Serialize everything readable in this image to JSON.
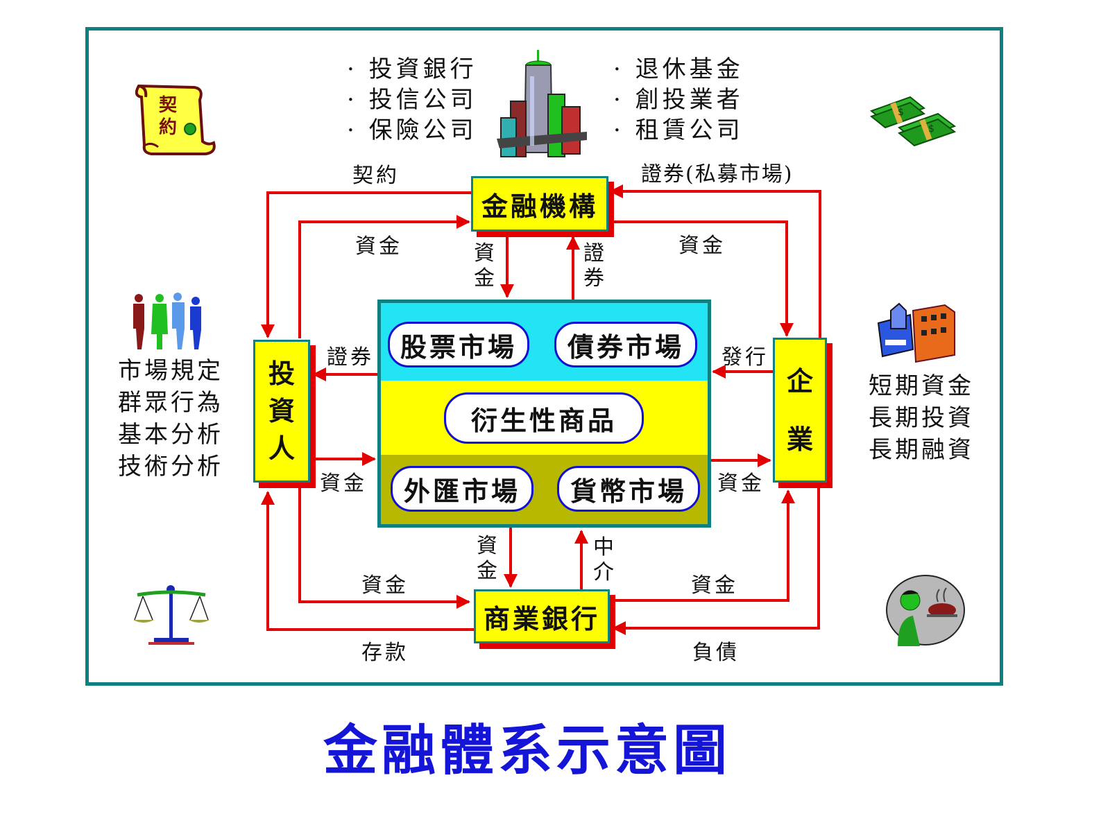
{
  "colors": {
    "frame": "#0f8080",
    "box_fill": "#ffff00",
    "arrow": "#e30000",
    "market_top": "#22e4f4",
    "market_mid": "#ffff00",
    "market_bottom": "#b8b800",
    "pill_border": "#1010d0",
    "caption": "#1515d8"
  },
  "boxes": {
    "financial_institution": "金融機構",
    "investor": "投資人",
    "enterprise": "企業",
    "commercial_bank": "商業銀行"
  },
  "markets": {
    "stock": "股票市場",
    "bond": "債券市場",
    "derivatives": "衍生性商品",
    "forex": "外匯市場",
    "money": "貨幣市場"
  },
  "institutions_left": [
    "投資銀行",
    "投信公司",
    "保險公司"
  ],
  "institutions_right": [
    "退休基金",
    "創投業者",
    "租賃公司"
  ],
  "investor_factors": [
    "市場規定",
    "群眾行為",
    "基本分析",
    "技術分析"
  ],
  "enterprise_needs": [
    "短期資金",
    "長期投資",
    "長期融資"
  ],
  "flows": {
    "contract": "契約",
    "securities_private": "證券(私募市場)",
    "funds_fi_left": "資金",
    "funds_fi_right": "資金",
    "funds_fi_down": "資金",
    "securities_up": "證券",
    "securities_to_investor": "證券",
    "issue": "發行",
    "funds_investor_market": "資金",
    "funds_market_enterprise": "資金",
    "funds_market_down": "資金",
    "intermediary": "中介",
    "funds_bank_left": "資金",
    "funds_bank_right": "資金",
    "deposit": "存款",
    "liability": "負債"
  },
  "icons": {
    "contract_scroll": "scroll-icon",
    "contract_scroll_text": "契約",
    "skyscraper": "skyscraper-icon",
    "money_stacks": "money-icon",
    "people": "people-icon",
    "factory": "factory-icon",
    "scale": "scale-icon",
    "waiter": "waiter-icon"
  },
  "caption": "金融體系示意圖"
}
